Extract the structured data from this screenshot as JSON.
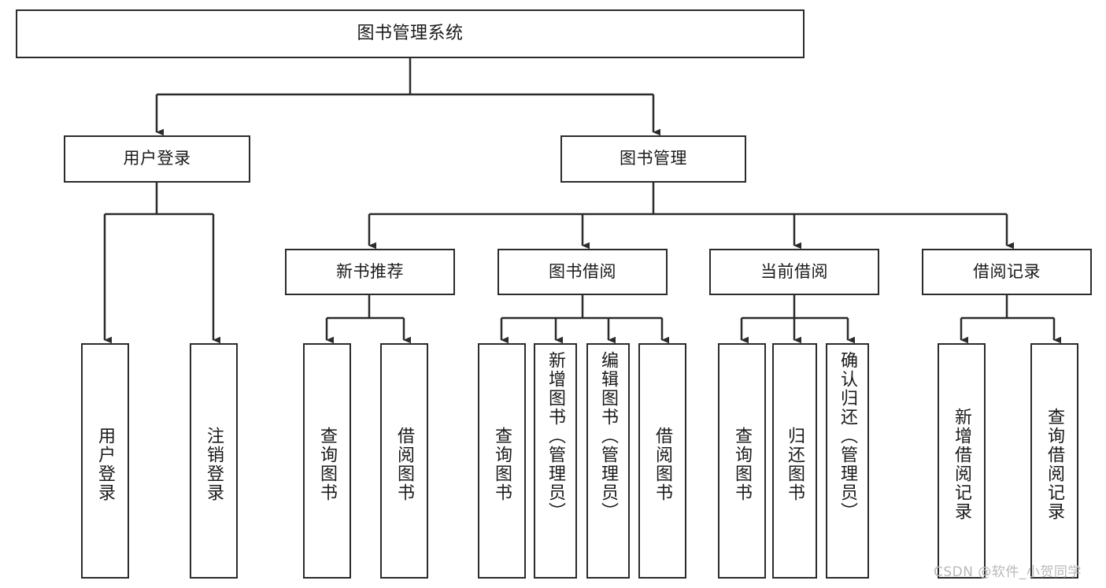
{
  "diagram": {
    "title": "图书管理系统",
    "type": "hierarchy-tree",
    "root": {
      "id": "root",
      "label": "图书管理系统"
    },
    "level1": [
      {
        "id": "user-login",
        "label": "用户登录"
      },
      {
        "id": "book-manage",
        "label": "图书管理"
      }
    ],
    "level2": [
      {
        "id": "new-book-recommend",
        "label": "新书推荐",
        "parent": "book-manage"
      },
      {
        "id": "book-borrow",
        "label": "图书借阅",
        "parent": "book-manage"
      },
      {
        "id": "current-borrow",
        "label": "当前借阅",
        "parent": "book-manage"
      },
      {
        "id": "borrow-record",
        "label": "借阅记录",
        "parent": "book-manage"
      }
    ],
    "leaves": [
      {
        "id": "leaf-user-login",
        "label": "用户登录",
        "parent": "user-login"
      },
      {
        "id": "leaf-logout-login",
        "label": "注销登录",
        "parent": "user-login"
      },
      {
        "id": "leaf-query-book-1",
        "label": "查询图书",
        "parent": "new-book-recommend"
      },
      {
        "id": "leaf-borrow-book-1",
        "label": "借阅图书",
        "parent": "new-book-recommend"
      },
      {
        "id": "leaf-query-book-2",
        "label": "查询图书",
        "parent": "book-borrow"
      },
      {
        "id": "leaf-add-book",
        "label": "新增图书（管理员）",
        "parent": "book-borrow"
      },
      {
        "id": "leaf-edit-book",
        "label": "编辑图书（管理员）",
        "parent": "book-borrow"
      },
      {
        "id": "leaf-borrow-book-2",
        "label": "借阅图书",
        "parent": "book-borrow"
      },
      {
        "id": "leaf-query-book-3",
        "label": "查询图书",
        "parent": "current-borrow"
      },
      {
        "id": "leaf-return-book",
        "label": "归还图书",
        "parent": "current-borrow"
      },
      {
        "id": "leaf-confirm-return",
        "label": "确认归还（管理员）",
        "parent": "current-borrow"
      },
      {
        "id": "leaf-add-record",
        "label": "新增借阅记录",
        "parent": "borrow-record"
      },
      {
        "id": "leaf-query-record",
        "label": "查询借阅记录",
        "parent": "borrow-record"
      }
    ],
    "colors": {
      "stroke": "#2b2b2b",
      "fill": "#ffffff",
      "text": "#1a1a1a",
      "watermark": "#b9b9b9"
    }
  },
  "watermark": {
    "text": "CSDN @软件_小贺同学"
  }
}
